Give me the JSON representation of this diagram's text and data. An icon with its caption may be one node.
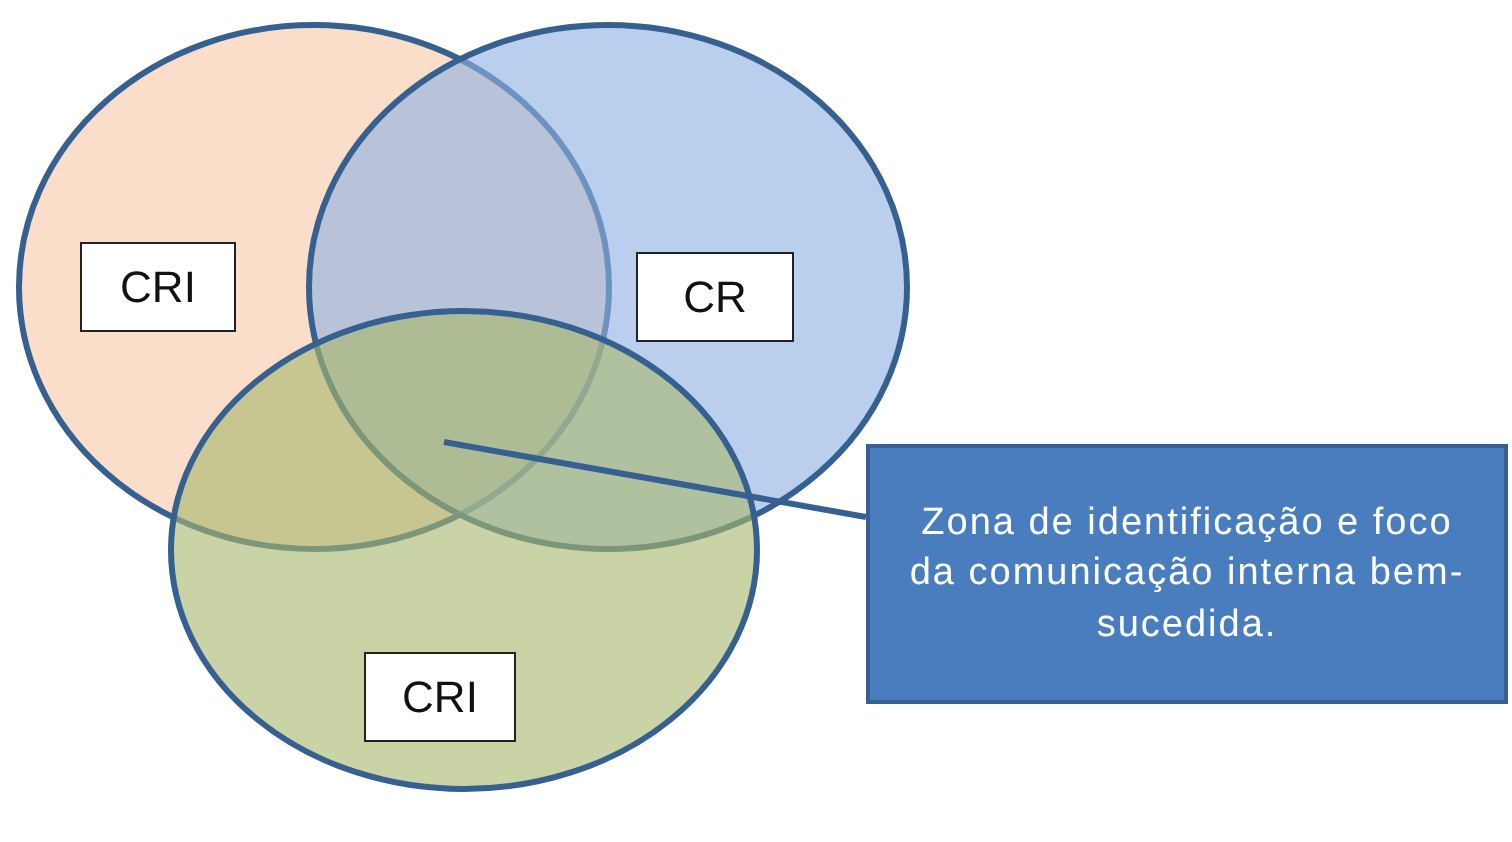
{
  "diagram": {
    "nodes": [
      {
        "text": [
          "CRI"
        ]
      },
      {
        "text": [
          "CR"
        ]
      },
      {
        "text": [
          "CRI"
        ]
      },
      {
        "text": [
          "Zona de identificação e foco da comunicação interna bem-sucedida."
        ]
      }
    ],
    "edges": [
      {
        "from": 3,
        "to": 2,
        "arrow": "none"
      }
    ]
  }
}
